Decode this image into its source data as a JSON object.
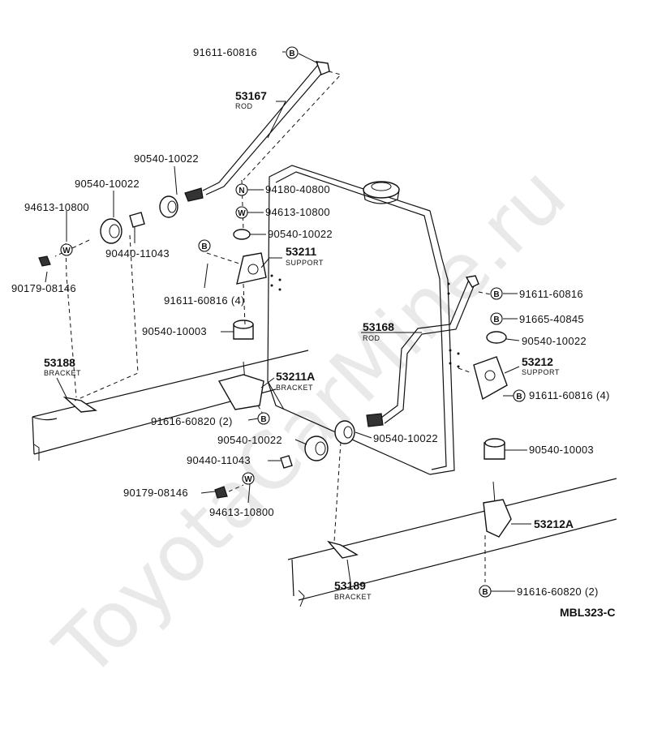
{
  "watermark": "ToyotaCarMine.ru",
  "diagram_code": "MBL323-C",
  "symbols": {
    "bolt": "B",
    "nut": "N",
    "washer": "W"
  },
  "labels": {
    "p91611_top": "91611-60816",
    "p53167": "53167",
    "p53167_sub": "ROD",
    "p90540_upper_left": "90540-10022",
    "p90540_left": "90540-10022",
    "p94613_left": "94613-10800",
    "p90440_left": "90440-11043",
    "p90179_left": "90179-08146",
    "p94180": "94180-40800",
    "p94613_center": "94613-10800",
    "p90540_center": "90540-10022",
    "p53211": "53211",
    "p53211_sub": "SUPPORT",
    "p91611_center": "91611-60816 (4)",
    "p90540_10003_left": "90540-10003",
    "p53188": "53188",
    "p53188_sub": "BRACKET",
    "p53211A": "53211A",
    "p53211A_sub": "BRACKET",
    "p91616_left": "91616-60820 (2)",
    "p90540_lower_left": "90540-10022",
    "p90440_lower": "90440-11043",
    "p90179_lower": "90179-08146",
    "p94613_lower": "94613-10800",
    "p91611_right": "91611-60816",
    "p91665": "91665-40845",
    "p90540_right": "90540-10022",
    "p53168": "53168",
    "p53168_sub": "ROD",
    "p53212": "53212",
    "p53212_sub": "SUPPORT",
    "p91611_right4": "91611-60816 (4)",
    "p90540_lower_center": "90540-10022",
    "p90540_10003_right": "90540-10003",
    "p53212A": "53212A",
    "p53189": "53189",
    "p53189_sub": "BRACKET",
    "p91616_right": "91616-60820 (2)"
  }
}
